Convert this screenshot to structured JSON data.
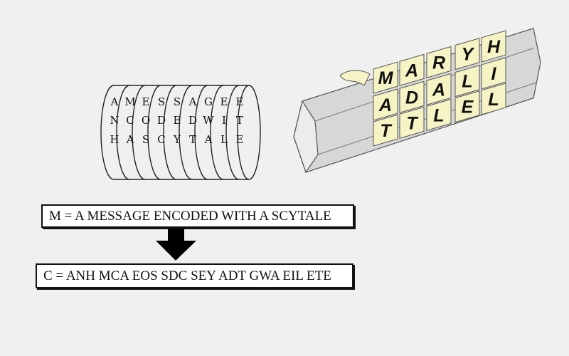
{
  "scytale_wrap": {
    "rows": [
      [
        "A",
        "M",
        "E",
        "S",
        "S",
        "A",
        "G",
        "E",
        "E"
      ],
      [
        "N",
        "C",
        "O",
        "D",
        "E",
        "D",
        "W",
        "I",
        "T"
      ],
      [
        "H",
        "A",
        "S",
        "C",
        "Y",
        "T",
        "A",
        "L",
        "E"
      ]
    ]
  },
  "strip_rod": {
    "rows": [
      [
        "M",
        "A",
        "R",
        "Y",
        "H"
      ],
      [
        "A",
        "D",
        "A",
        "L",
        "I"
      ],
      [
        "T",
        "T",
        "L",
        "E",
        "L"
      ]
    ],
    "tile_color": "#f6f3c4",
    "rod_color": "#d7d7d7"
  },
  "message_box": {
    "text": "M = A MESSAGE ENCODED WITH A SCYTALE"
  },
  "cipher_box": {
    "text": "C = ANH MCA EOS SDC SEY ADT GWA EIL ETE"
  },
  "colors": {
    "background": "#f0f0f0",
    "ink": "#111111"
  }
}
